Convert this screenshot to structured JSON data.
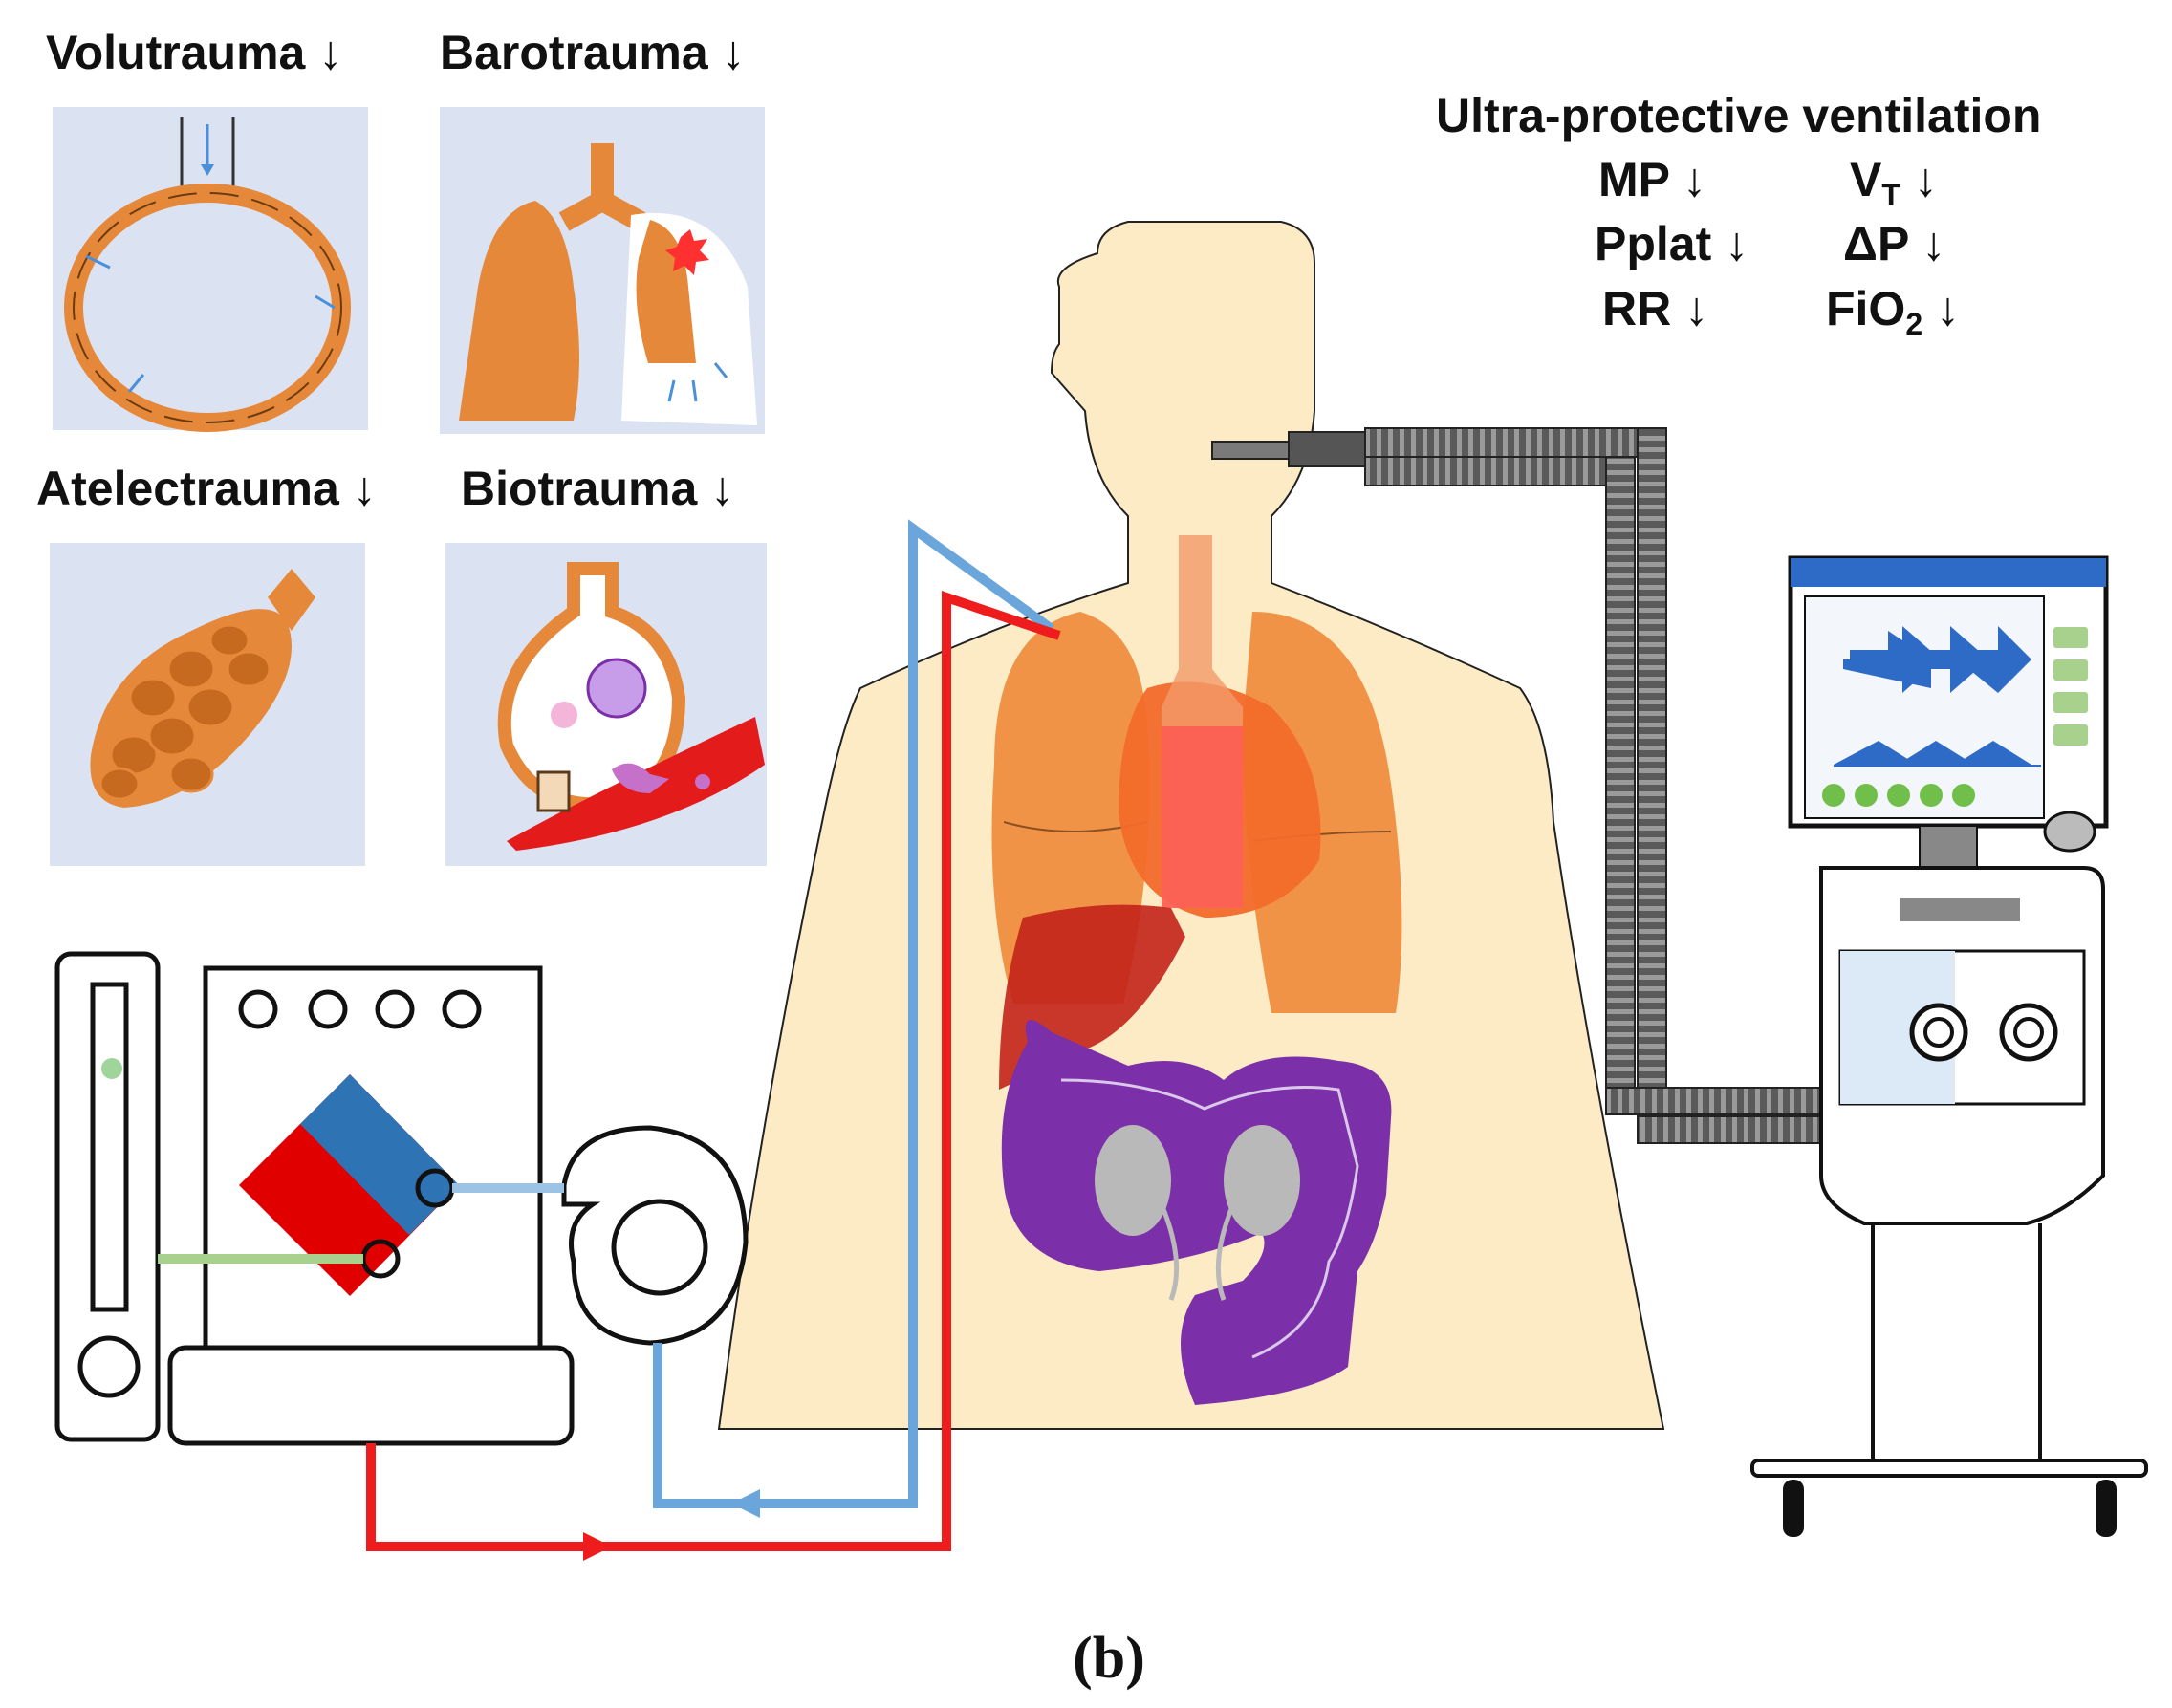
{
  "injury_panels": [
    {
      "label": "Volutrauma",
      "arrow": "↓"
    },
    {
      "label": "Barotrauma",
      "arrow": "↓"
    },
    {
      "label": "Atelectrauma",
      "arrow": "↓"
    },
    {
      "label": "Biotrauma",
      "arrow": "↓"
    }
  ],
  "ventilation": {
    "title": "Ultra-protective ventilation",
    "params": [
      {
        "name": "MP",
        "sub": "",
        "arrow": "↓"
      },
      {
        "name": "V",
        "sub": "T",
        "arrow": "↓"
      },
      {
        "name": "Pplat",
        "sub": "",
        "arrow": "↓"
      },
      {
        "name": "ΔP",
        "sub": "",
        "arrow": "↓"
      },
      {
        "name": "RR",
        "sub": "",
        "arrow": "↓"
      },
      {
        "name": "FiO",
        "sub": "2",
        "arrow": "↓"
      }
    ]
  },
  "caption": "(b)",
  "colors": {
    "panel_bg": "#dbe3f3",
    "lung_orange": "#e6883a",
    "body_skin": "#fcebc4",
    "venous_blue": "#6aa5dc",
    "arterial_red": "#ee1c1c",
    "oxygenator_blue": "#2e74b5",
    "gut_purple": "#7b2fa8",
    "kidney_gray": "#b9b9b9",
    "screen_blue": "#2e6bc7",
    "led_green": "#6fbf4a"
  }
}
